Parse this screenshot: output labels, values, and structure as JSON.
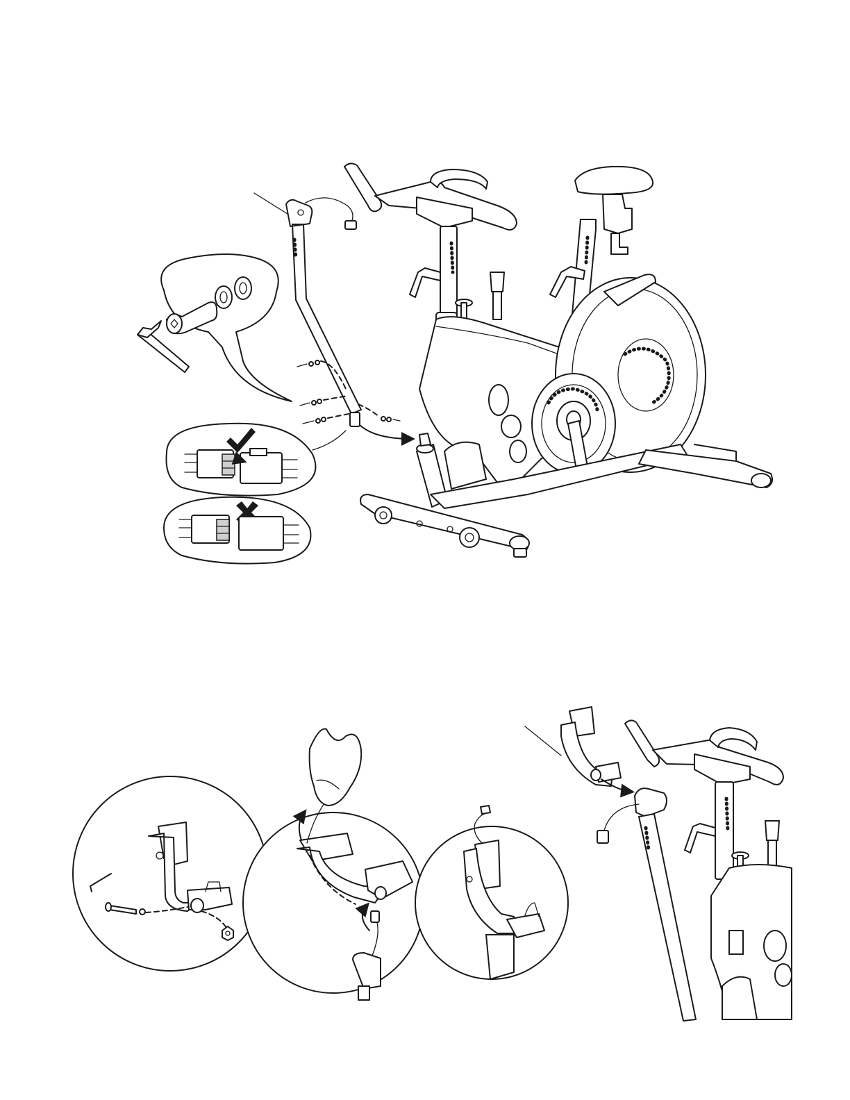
{
  "figure": {
    "step_top": "console-mast-installation",
    "step_bottom": "console-bracket-installation",
    "check_mark_meaning": "correct-connector-alignment",
    "cross_mark_meaning": "incorrect-connector-alignment"
  },
  "colors": {
    "line": "#1a1a1a",
    "background": "#ffffff",
    "shade": "#cfcfcf"
  },
  "icons": [
    "check-icon",
    "cross-icon",
    "arrow-icon",
    "hex-key-icon",
    "hand-icon"
  ]
}
